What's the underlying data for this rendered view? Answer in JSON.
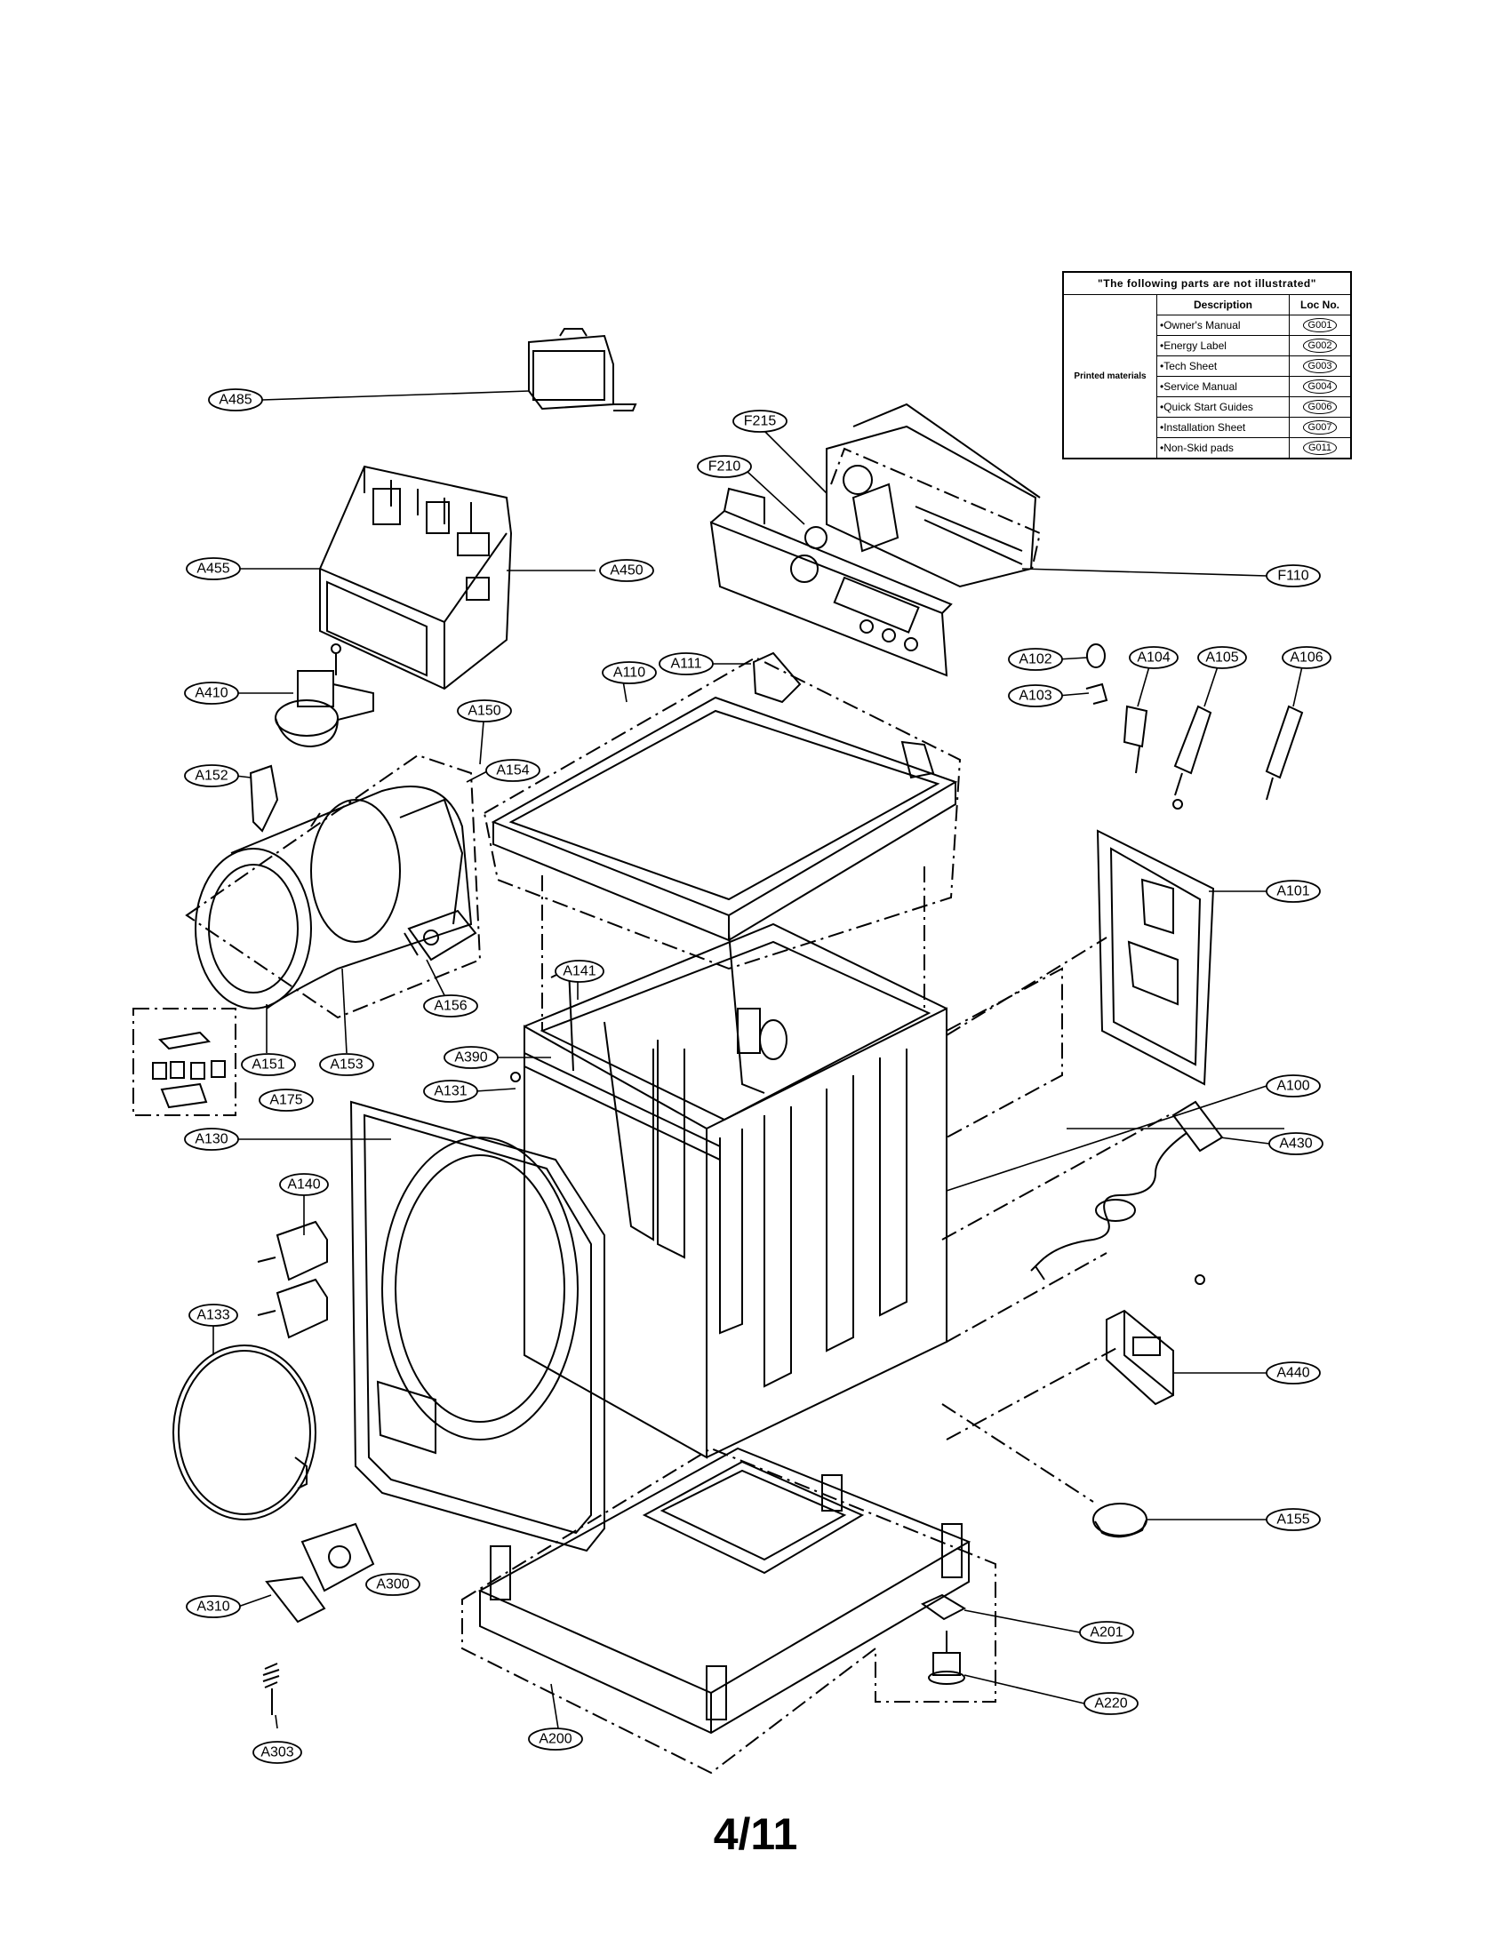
{
  "not_illustrated_table": {
    "title": "\"The following parts are not illustrated\"",
    "col_description": "Description",
    "col_loc": "Loc No.",
    "group": "Printed materials",
    "rows": [
      {
        "desc": "•Owner's Manual",
        "loc": "G001"
      },
      {
        "desc": "•Energy Label",
        "loc": "G002"
      },
      {
        "desc": "•Tech Sheet",
        "loc": "G003"
      },
      {
        "desc": "•Service Manual",
        "loc": "G004"
      },
      {
        "desc": "•Quick Start Guides",
        "loc": "G006"
      },
      {
        "desc": "•Installation Sheet",
        "loc": "G007"
      },
      {
        "desc": "•Non-Skid pads",
        "loc": "G011"
      }
    ]
  },
  "callouts": {
    "A485": "A485",
    "A455": "A455",
    "A450": "A450",
    "A410": "A410",
    "F215": "F215",
    "F210": "F210",
    "F110": "F110",
    "A110": "A110",
    "A111": "A111",
    "A150": "A150",
    "A152": "A152",
    "A154": "A154",
    "A102": "A102",
    "A103": "A103",
    "A104": "A104",
    "A105": "A105",
    "A106": "A106",
    "A101": "A101",
    "A141": "A141",
    "A156": "A156",
    "A390": "A390",
    "A131": "A131",
    "A151": "A151",
    "A153": "A153",
    "A175": "A175",
    "A100": "A100",
    "A430": "A430",
    "A130": "A130",
    "A140": "A140",
    "A133": "A133",
    "A440": "A440",
    "A155": "A155",
    "A300": "A300",
    "A310": "A310",
    "A201": "A201",
    "A220": "A220",
    "A200": "A200",
    "A303": "A303"
  },
  "page_number": "4/11"
}
